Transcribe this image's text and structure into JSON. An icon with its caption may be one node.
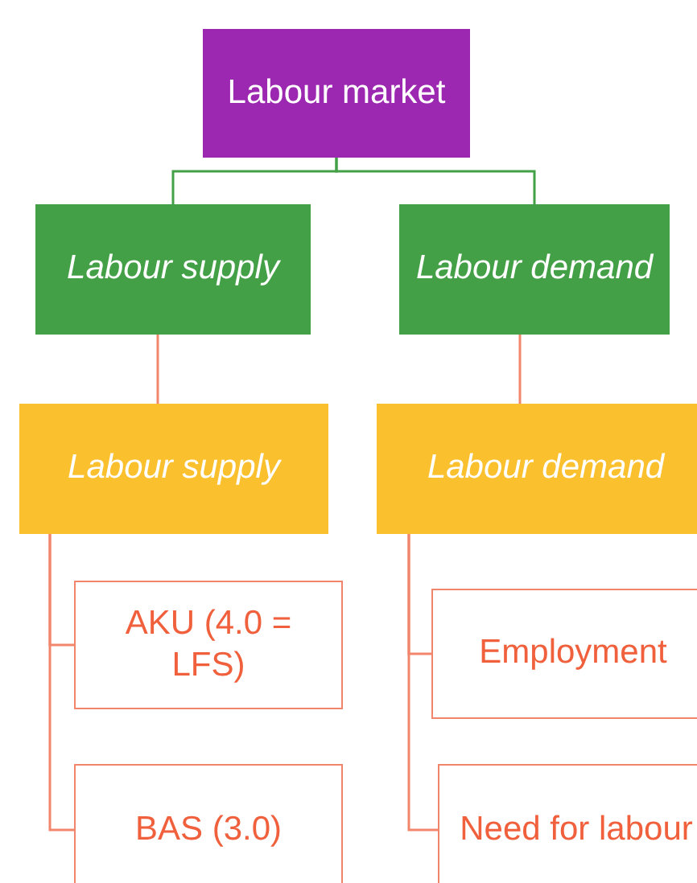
{
  "diagram": {
    "nodes": [
      {
        "text": [
          "Labour market"
        ]
      },
      {
        "text": [
          "Labour supply"
        ]
      },
      {
        "text": [
          "Labour demand"
        ]
      },
      {
        "text": [
          "Labour supply"
        ]
      },
      {
        "text": [
          "Labour demand"
        ]
      },
      {
        "text": [
          "AKU (4.0 = LFS)"
        ]
      },
      {
        "text": [
          "BAS (3.0)"
        ]
      },
      {
        "text": [
          "Employment"
        ]
      },
      {
        "text": [
          "Need for labour"
        ]
      }
    ],
    "edges": [
      {
        "from": 0,
        "to": 1,
        "arrow": "none",
        "color": "#43a047"
      },
      {
        "from": 0,
        "to": 2,
        "arrow": "none",
        "color": "#43a047"
      },
      {
        "from": 1,
        "to": 3,
        "arrow": "none"
      },
      {
        "from": 2,
        "to": 4,
        "arrow": "none"
      },
      {
        "from": 3,
        "to": 5,
        "arrow": "none"
      },
      {
        "from": 3,
        "to": 6,
        "arrow": "none"
      },
      {
        "from": 4,
        "to": 7,
        "arrow": "none"
      },
      {
        "from": 4,
        "to": 8,
        "arrow": "none"
      }
    ]
  }
}
